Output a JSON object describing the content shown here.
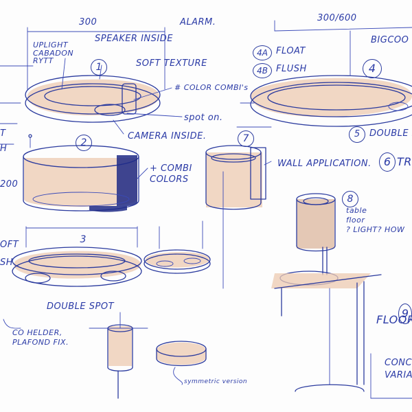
{
  "dimensions": {
    "top_left": "300",
    "top_right": "300/600",
    "left_partial": "200"
  },
  "labels": {
    "alarm": "ALARM.",
    "uplight_cabadon": "UPLIGHT\nCABADON\nRYTT",
    "speaker_inside": "SPEAKER INSIDE",
    "soft_texture": "SOFT TEXTURE",
    "color_combis": "# COLOR COMBI's",
    "spot_on": "spot on.",
    "camera_inside": "CAMERA INSIDE.",
    "combi_colors": "+ COMBI\nCOLORS",
    "wall_application": "WALL APPLICATION.",
    "table_floor_light": "table\nfloor\n? LIGHT? HOW",
    "float": "FLOAT",
    "flush": "FLUSH",
    "bigcoo": "BIGCOO",
    "double_s": "DOUBLE S",
    "tri": "TRI",
    "double_spot": "DOUBLE SPOT",
    "co_helder": "CO HELDER,\nPLAFOND FIX.",
    "symmetric_version": "symmetric version",
    "floor": "FLOOR",
    "conce_varia": "CONCE\nVARIA",
    "left_oft": "OFT",
    "left_sh": "SH",
    "left_t": "T",
    "left_h": "H"
  },
  "markers": {
    "m1": "1",
    "m2": "2",
    "m3": "3",
    "m4": "4",
    "m4a": "4A",
    "m4b": "4B",
    "m5": "5",
    "m6": "6",
    "m7": "7",
    "m8": "8",
    "m9": "9"
  },
  "colors": {
    "ink": "#2a3a9e",
    "marker_shade": "#ecc9b0"
  }
}
